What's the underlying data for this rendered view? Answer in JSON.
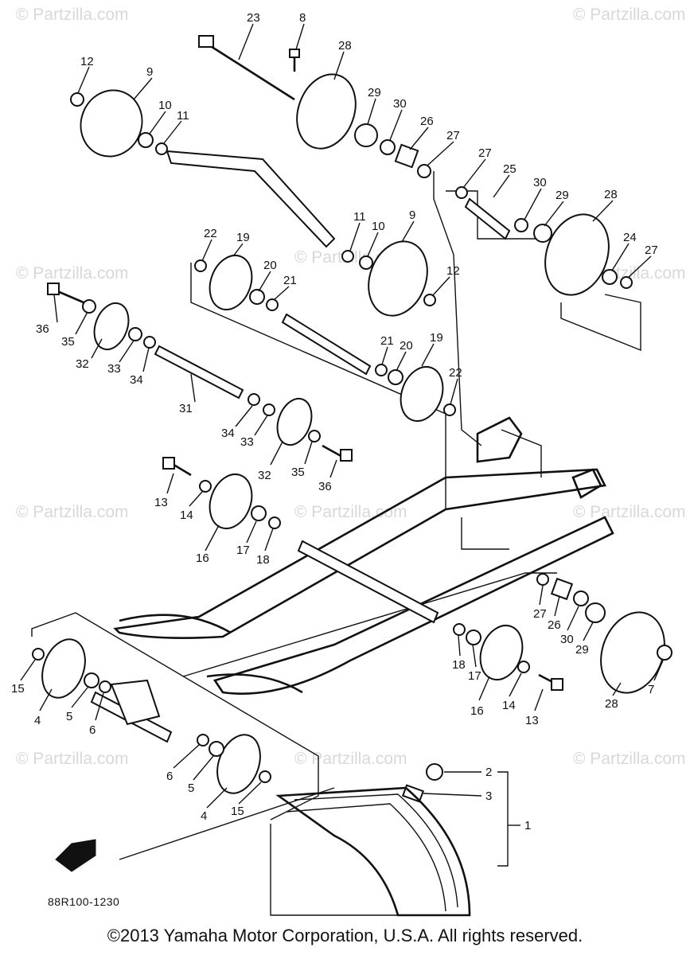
{
  "watermark": "© Partzilla.com",
  "diagram_code": "88R100-1230",
  "footer": "©2013  Yamaha Motor Corporation, U.S.A. All rights reserved.",
  "callouts": {
    "n1": "1",
    "n2": "2",
    "n3": "3",
    "n4a": "4",
    "n4b": "4",
    "n5a": "5",
    "n5b": "5",
    "n6a": "6",
    "n6b": "6",
    "n7": "7",
    "n8": "8",
    "n9a": "9",
    "n9b": "9",
    "n10a": "10",
    "n10b": "10",
    "n11a": "11",
    "n11b": "11",
    "n12a": "12",
    "n12b": "12",
    "n13a": "13",
    "n13b": "13",
    "n14a": "14",
    "n14b": "14",
    "n15a": "15",
    "n15b": "15",
    "n16a": "16",
    "n16b": "16",
    "n17a": "17",
    "n17b": "17",
    "n18a": "18",
    "n18b": "18",
    "n19a": "19",
    "n19b": "19",
    "n20a": "20",
    "n20b": "20",
    "n21a": "21",
    "n21b": "21",
    "n22a": "22",
    "n22b": "22",
    "n23": "23",
    "n24": "24",
    "n25": "25",
    "n26a": "26",
    "n26b": "26",
    "n27a": "27",
    "n27b": "27",
    "n27c": "27",
    "n27d": "27",
    "n28a": "28",
    "n28b": "28",
    "n28c": "28",
    "n29a": "29",
    "n29b": "29",
    "n29c": "29",
    "n30a": "30",
    "n30b": "30",
    "n30c": "30",
    "n31": "31",
    "n32a": "32",
    "n32b": "32",
    "n33a": "33",
    "n33b": "33",
    "n34a": "34",
    "n34b": "34",
    "n35a": "35",
    "n35b": "35",
    "n36a": "36",
    "n36b": "36"
  }
}
